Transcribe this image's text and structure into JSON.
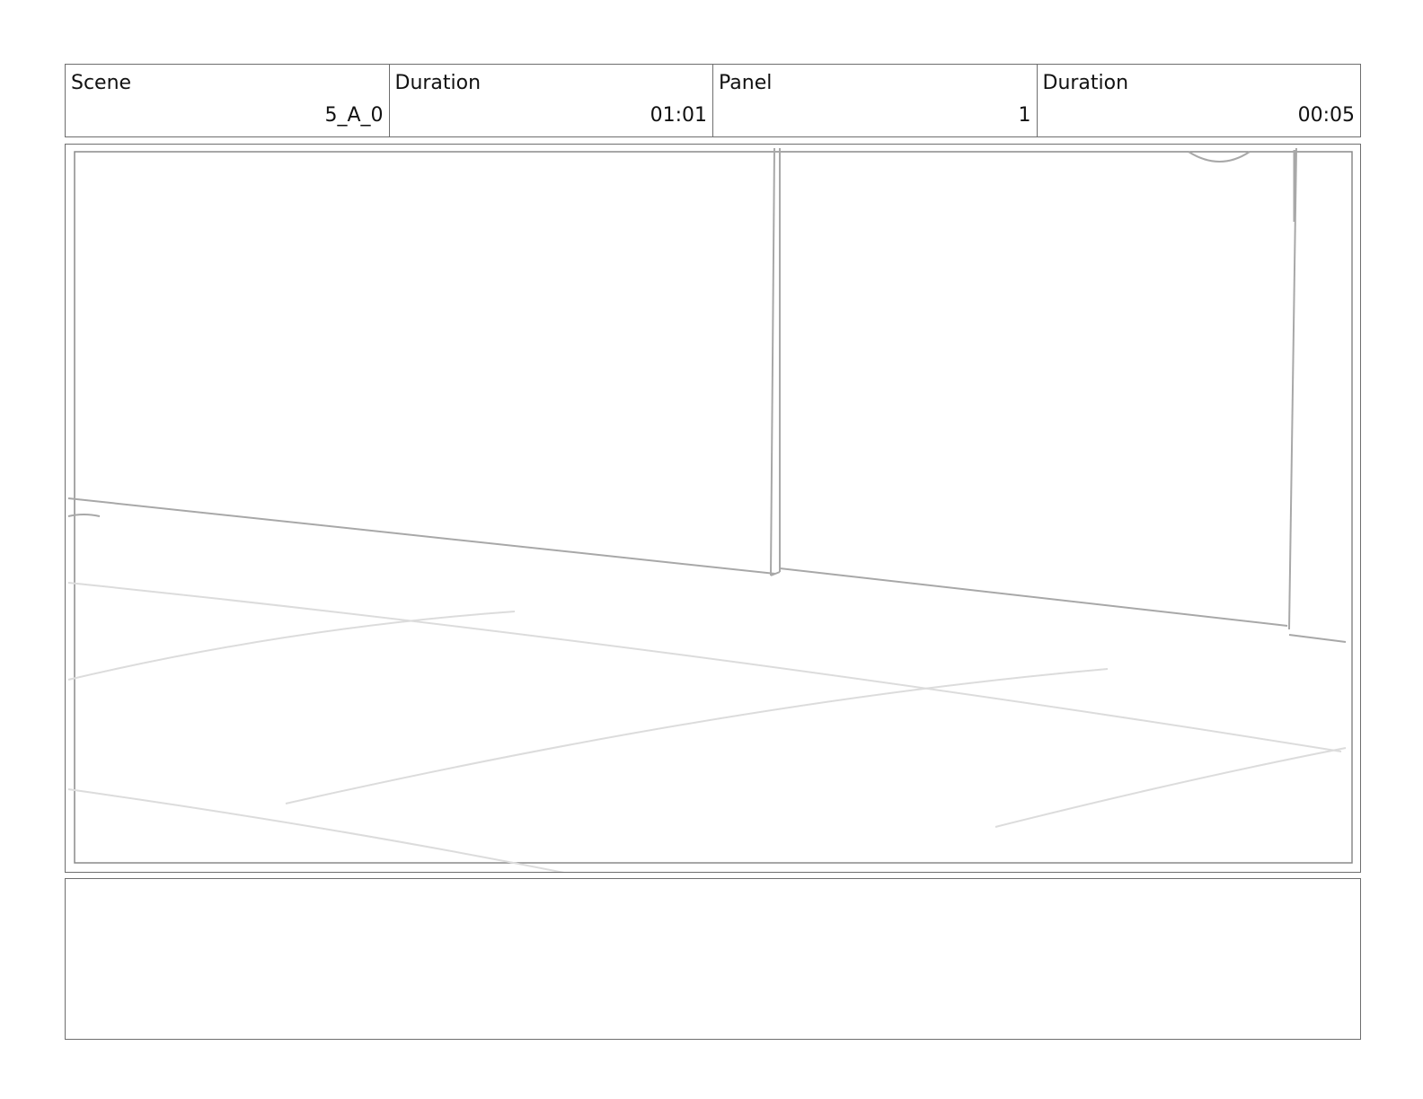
{
  "header": {
    "scene": {
      "label": "Scene",
      "value": "5_A_0"
    },
    "scene_duration": {
      "label": "Duration",
      "value": "01:01"
    },
    "panel": {
      "label": "Panel",
      "value": "1"
    },
    "panel_duration": {
      "label": "Duration",
      "value": "00:05"
    }
  },
  "colors": {
    "border": "#6e6e6e",
    "sketch_dark": "#a8a8a8",
    "sketch_light": "#dcdcdc"
  }
}
